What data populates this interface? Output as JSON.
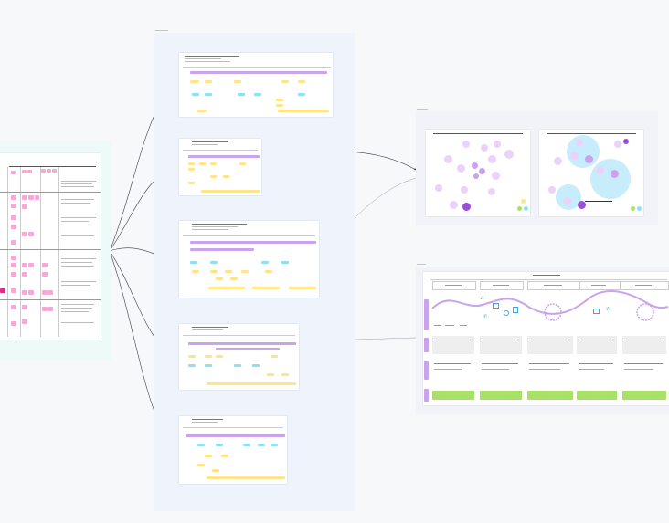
{
  "canvas": {
    "background": "#f7f8fa",
    "colors": {
      "left_section_bg": "#eefaf7",
      "middle_section_bg": "#eef3fc",
      "right_section_bg": "#f2f3f8",
      "sticky_pink": "#f5a9d6",
      "sticky_pink_strong": "#e8288c",
      "sticky_purple": "#c9a3ec",
      "sticky_yellow": "#ffe58a",
      "sticky_cyan": "#8fe0f2",
      "sticky_green": "#a8e06a",
      "bubble_blue": "#c7ecfb",
      "connector": "#3b3f47"
    },
    "frames": [
      {
        "id": "research-table",
        "kind": "table of sticky notes"
      },
      {
        "id": "journey-maps",
        "kind": "five journey map boards"
      },
      {
        "id": "affinity-maps",
        "kind": "two bubble diagrams"
      },
      {
        "id": "experience-map",
        "kind": "customer journey board"
      }
    ],
    "icons": [
      "music-note-icon",
      "gift-icon",
      "shopping-bag-icon",
      "phone-icon",
      "clock-icon",
      "basket-icon"
    ]
  }
}
